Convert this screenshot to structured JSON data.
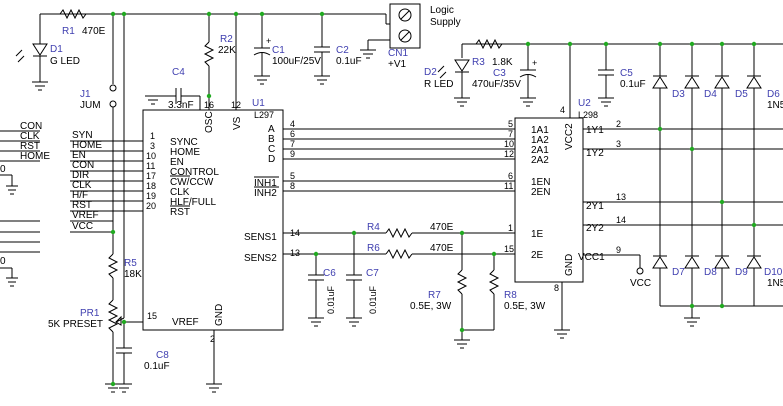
{
  "colors": {
    "wire": "#000000",
    "ref": "#4040b0",
    "junction": "#22aa22"
  },
  "parts": {
    "r1": {
      "ref": "R1",
      "value": "470E"
    },
    "d1": {
      "ref": "D1",
      "value": "G LED"
    },
    "j1": {
      "ref": "J1",
      "value": "JUM"
    },
    "c4": {
      "ref": "C4",
      "value": "3.3nF"
    },
    "r2": {
      "ref": "R2",
      "value": "22K"
    },
    "c1": {
      "ref": "C1",
      "value": "100uF/25V"
    },
    "c2": {
      "ref": "C2",
      "value": "0.1uF"
    },
    "cn1": {
      "ref": "CN1",
      "value": "+V1",
      "label_line1": "Logic",
      "label_line2": "Supply"
    },
    "d2": {
      "ref": "D2",
      "value": "R LED"
    },
    "r3": {
      "ref": "R3",
      "value": "1.8K"
    },
    "c3": {
      "ref": "C3",
      "value": "470uF/35V"
    },
    "c5": {
      "ref": "C5",
      "value": "0.1uF"
    },
    "u1": {
      "ref": "U1",
      "value": "L297"
    },
    "u2": {
      "ref": "U2",
      "value": "L298"
    },
    "r4": {
      "ref": "R4",
      "value": "470E"
    },
    "r6": {
      "ref": "R6",
      "value": "470E"
    },
    "c6": {
      "ref": "C6",
      "value": "0.01uF"
    },
    "c7": {
      "ref": "C7",
      "value": "0.01uF"
    },
    "r7": {
      "ref": "R7",
      "value": "0.5E, 3W"
    },
    "r8": {
      "ref": "R8",
      "value": "0.5E, 3W"
    },
    "r5": {
      "ref": "R5",
      "value": "18K"
    },
    "pr1": {
      "ref": "PR1",
      "value": "5K PRESET"
    },
    "c8": {
      "ref": "C8",
      "value": "0.1uF"
    },
    "vcc_label": "VCC",
    "d3": "D3",
    "d4": "D4",
    "d5": "D5",
    "d6": "D6",
    "d7": "D7",
    "d8": "D8",
    "d9": "D9",
    "d10": "D10",
    "diode_value_cut": "1N5",
    "diode_value_cut2": "1N5"
  },
  "left_nets": [
    "CON",
    "CLK",
    "RST",
    "HOME"
  ],
  "left_cut": [
    "0",
    "0"
  ],
  "u1_left_labels": [
    "SYN",
    "HOME",
    "EN",
    "CON",
    "DIR",
    "CLK",
    "H/F",
    "RST",
    "VREF",
    "VCC"
  ],
  "u1_pins_left": [
    {
      "num": "1",
      "name": "SYNC"
    },
    {
      "num": "3",
      "name": "HOME"
    },
    {
      "num": "10",
      "name": "EN"
    },
    {
      "num": "11",
      "name": "CONTROL"
    },
    {
      "num": "17",
      "name": "CW/CCW"
    },
    {
      "num": "18",
      "name": "CLK"
    },
    {
      "num": "19",
      "name": "HLF/FULL"
    },
    {
      "num": "20",
      "name": "RST"
    }
  ],
  "u1_pins_top": [
    {
      "num": "16",
      "name": "OSC"
    },
    {
      "num": "12",
      "name": "VS"
    }
  ],
  "u1_pins_right": [
    {
      "num": "4",
      "name": "A"
    },
    {
      "num": "6",
      "name": "B"
    },
    {
      "num": "7",
      "name": "C"
    },
    {
      "num": "9",
      "name": "D"
    },
    {
      "num": "5",
      "name": "INH1"
    },
    {
      "num": "8",
      "name": "INH2"
    },
    {
      "num": "14",
      "name": "SENS1"
    },
    {
      "num": "13",
      "name": "SENS2"
    }
  ],
  "u1_pins_bottom": [
    {
      "num": "15",
      "name": "VREF"
    },
    {
      "num": "2",
      "name": "GND"
    }
  ],
  "u2_pins_left": [
    {
      "num": "5",
      "name": "1A1"
    },
    {
      "num": "7",
      "name": "1A2"
    },
    {
      "num": "10",
      "name": "2A1"
    },
    {
      "num": "12",
      "name": "2A2"
    },
    {
      "num": "6",
      "name": "1EN"
    },
    {
      "num": "11",
      "name": "2EN"
    },
    {
      "num": "1",
      "name": "1E"
    },
    {
      "num": "15",
      "name": "2E"
    }
  ],
  "u2_pins_right": [
    {
      "num": "2",
      "name": "1Y1"
    },
    {
      "num": "3",
      "name": "1Y2"
    },
    {
      "num": "13",
      "name": "2Y1"
    },
    {
      "num": "14",
      "name": "2Y2"
    },
    {
      "num": "9",
      "name": "VCC1"
    }
  ],
  "u2_misc": {
    "vcc2": "VCC2",
    "vcc2_pin": "4",
    "gnd": "GND",
    "gnd_pin": "8"
  }
}
